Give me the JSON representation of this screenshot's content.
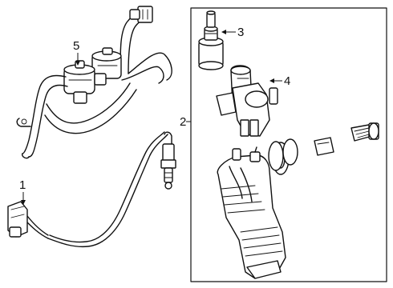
{
  "callouts": {
    "c1": "1",
    "c2": "2",
    "c3": "3",
    "c4": "4",
    "c5": "5"
  }
}
